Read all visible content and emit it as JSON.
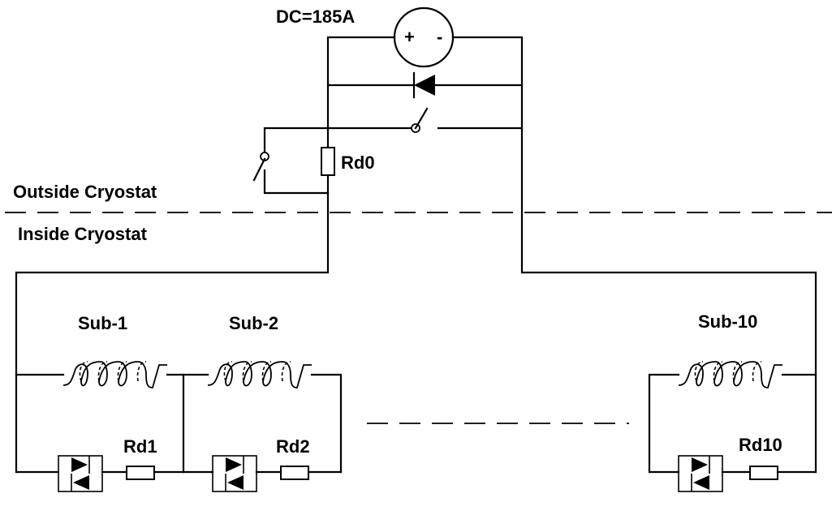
{
  "source": {
    "label": "DC=185A",
    "plus": "+",
    "minus": "-"
  },
  "cryostat": {
    "outside_label": "Outside Cryostat",
    "inside_label": "Inside Cryostat"
  },
  "dump_resistor": {
    "label": "Rd0"
  },
  "subcoils": [
    {
      "name": "Sub-1",
      "resistor": "Rd1"
    },
    {
      "name": "Sub-2",
      "resistor": "Rd2"
    },
    {
      "name": "Sub-10",
      "resistor": "Rd10"
    }
  ]
}
